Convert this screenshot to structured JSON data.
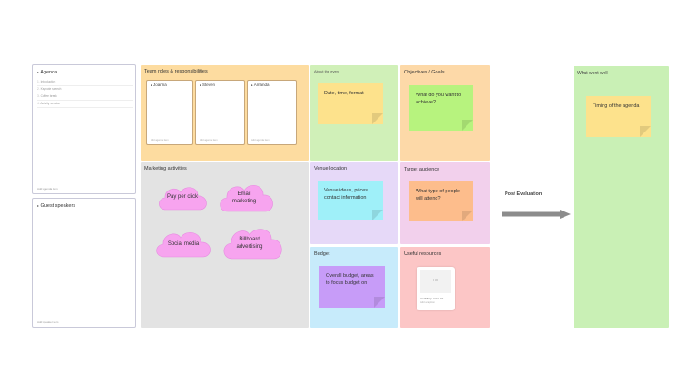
{
  "agenda": {
    "title": "Agenda",
    "items": [
      "Introduction",
      "Keynote speech",
      "Coffee break",
      "Activity session"
    ],
    "footer": "Add agenda item"
  },
  "guest_speakers": {
    "title": "Guest speakers",
    "footer": "Add speaker item"
  },
  "team_roles": {
    "title": "Team roles & responsibilities",
    "people": [
      {
        "name": "Joanna",
        "footer": "Add agenda item"
      },
      {
        "name": "Steven",
        "footer": "Add agenda item"
      },
      {
        "name": "Amanda",
        "footer": "Add agenda item"
      }
    ]
  },
  "about_event": {
    "title": "About the event",
    "note": "Date, time, format"
  },
  "objectives": {
    "title": "Objectives / Goals",
    "note": "What do you want to achieve?"
  },
  "marketing": {
    "title": "Marketing activities",
    "clouds": [
      "Pay per click",
      "Email marketing",
      "Social media",
      "Billboard advertising"
    ]
  },
  "venue": {
    "title": "Venue location",
    "note": "Venue ideas, prices, contact information"
  },
  "target_audience": {
    "title": "Target audience",
    "note": "What type of people will attend?"
  },
  "budget": {
    "title": "Budget",
    "note": "Overall budget, areas to focus budget on"
  },
  "useful_resources": {
    "title": "Useful resources",
    "file_ext": "TXT",
    "file_name": "workshop-notes.txt",
    "file_meta": "Add a caption"
  },
  "post_evaluation": {
    "label": "Post Evaluation"
  },
  "went_well": {
    "title": "What went well",
    "note": "Timing of the agenda"
  },
  "colors": {
    "team_roles_bg": "#fddca0",
    "marketing_bg": "#e3e3e3",
    "about_bg": "#d0f0b8",
    "objectives_bg": "#fdd9a8",
    "venue_bg": "#e6d9f8",
    "target_bg": "#f2d0ec",
    "budget_bg": "#c7ebfb",
    "resources_bg": "#fcc6c6",
    "went_well_bg": "#c9f0b5",
    "sticky_yellow": "#fde28c",
    "sticky_green": "#b7f37e",
    "sticky_cyan": "#9ff0f9",
    "sticky_orange": "#fdbd8c",
    "sticky_purple": "#c79cf8",
    "cloud_pink": "#f7a4ef",
    "arrow_gray": "#8c8c8c"
  }
}
